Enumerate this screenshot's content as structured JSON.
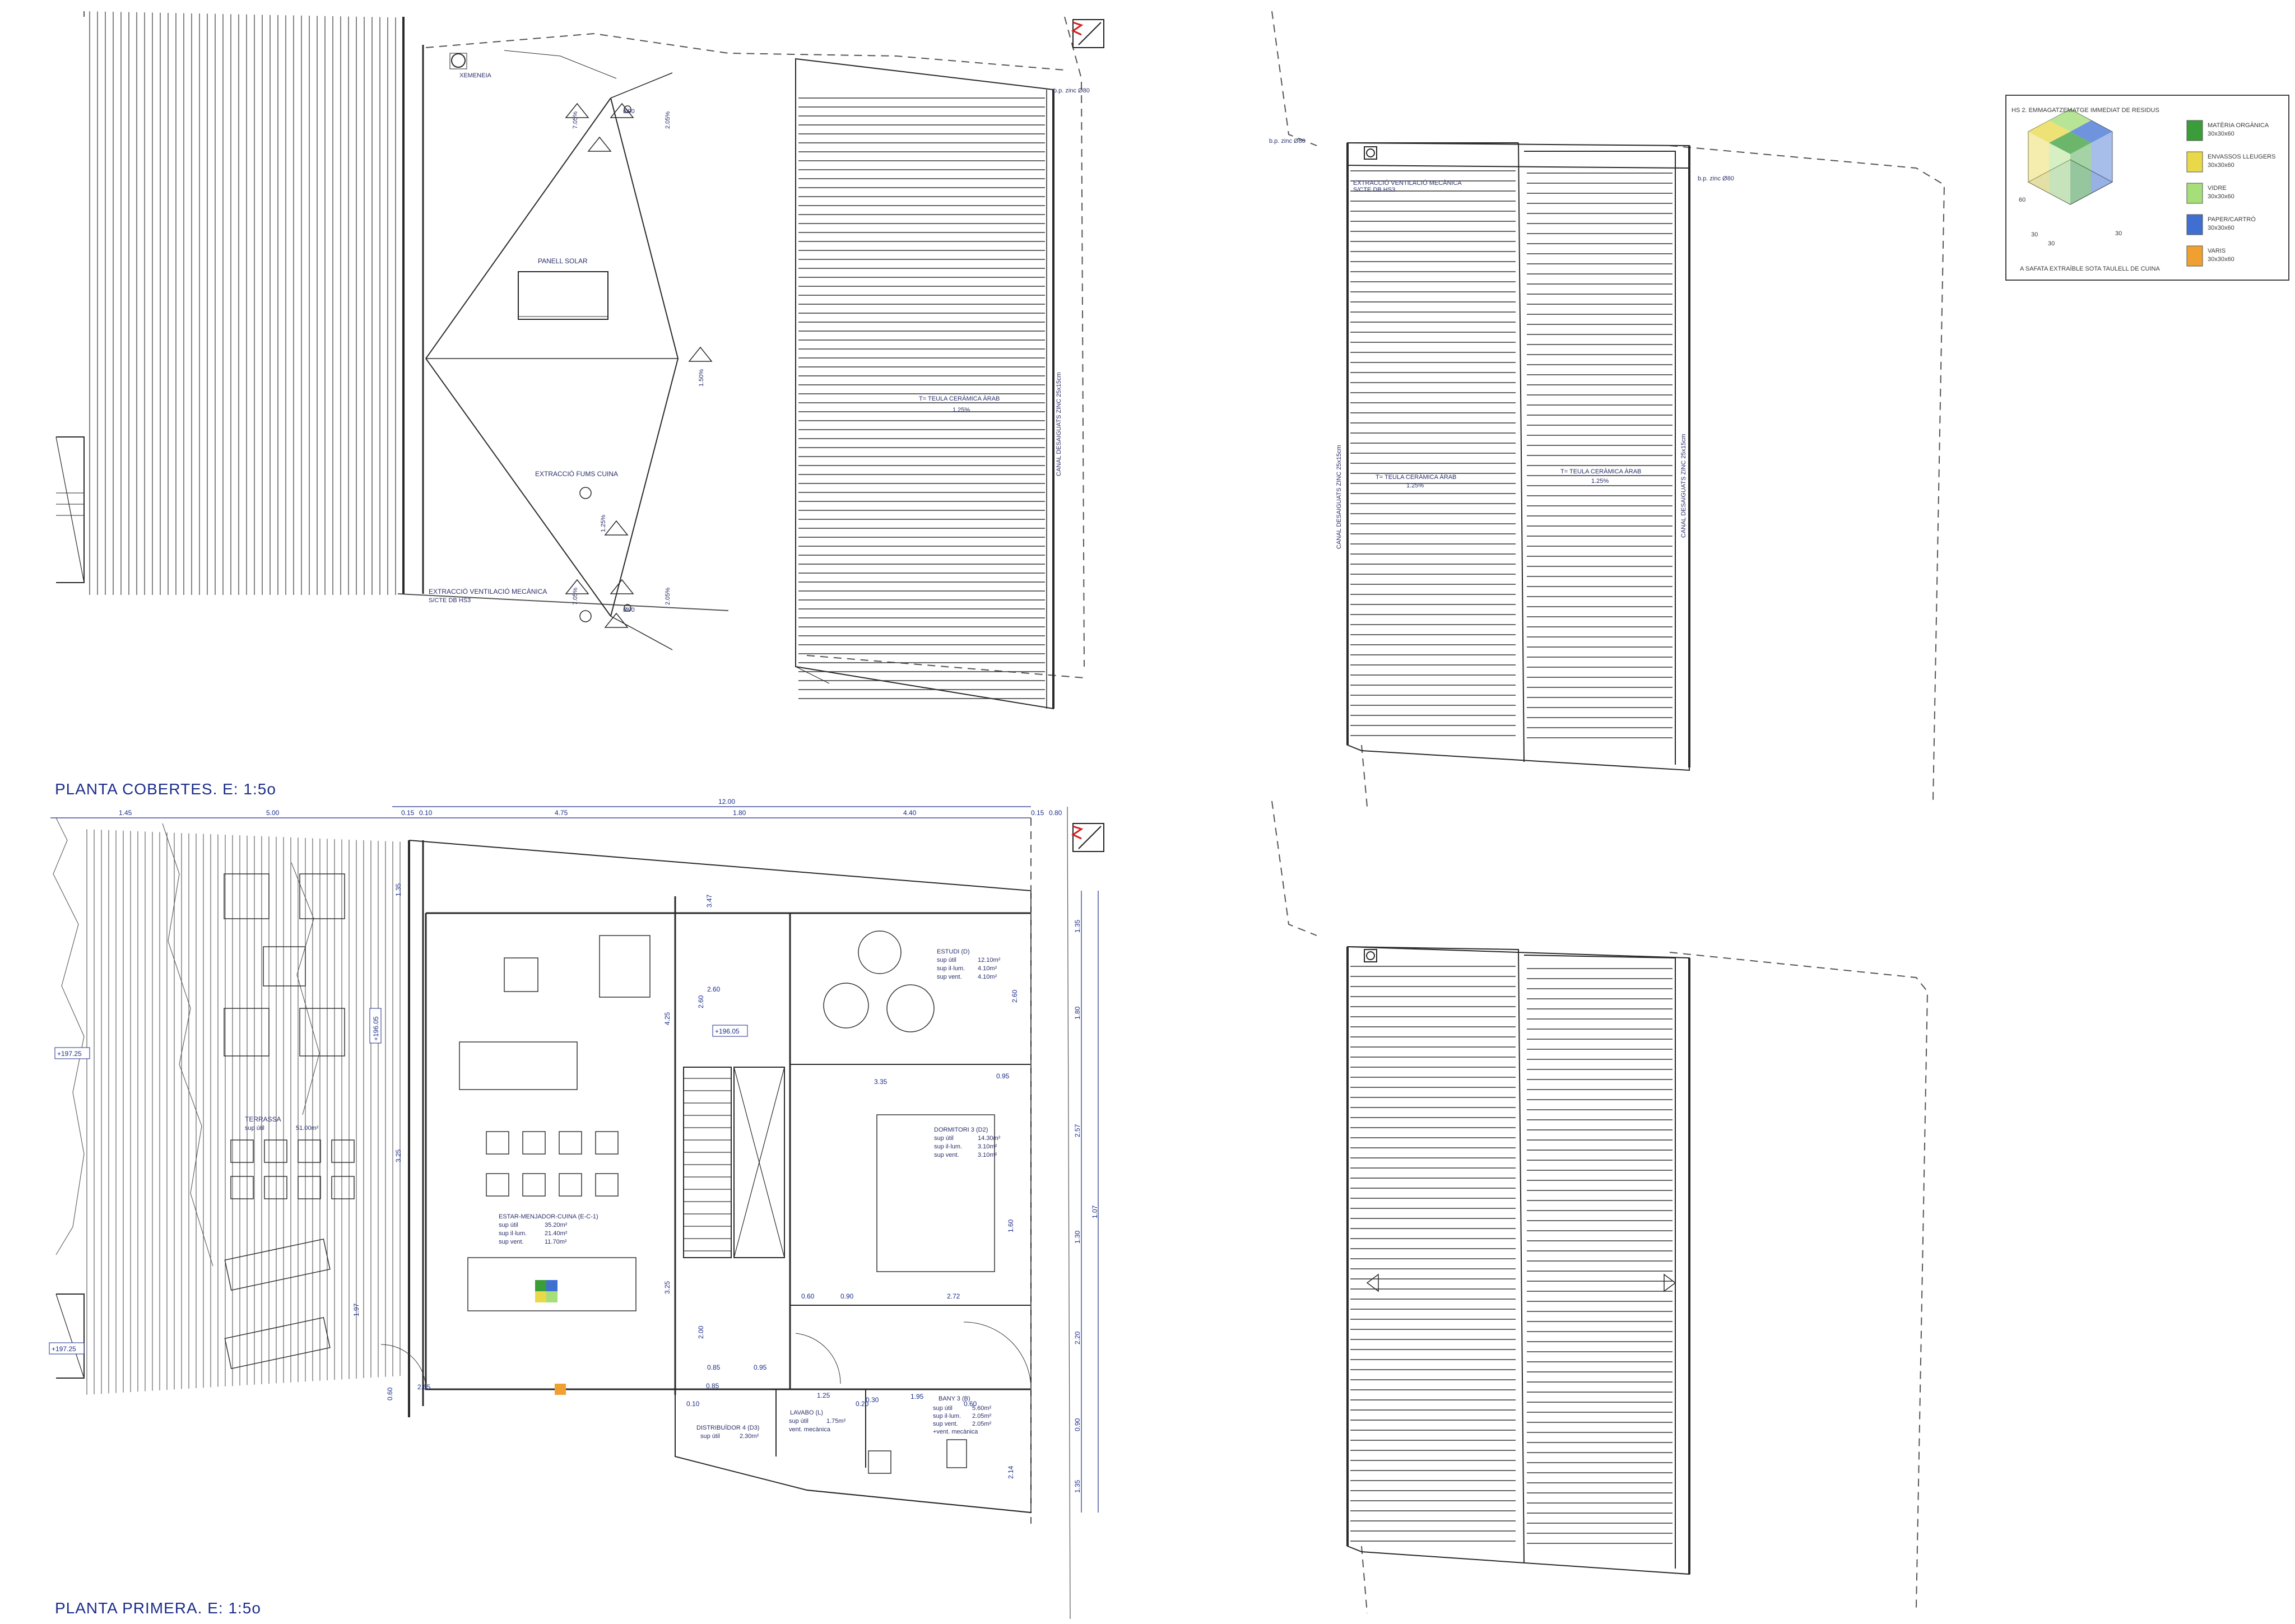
{
  "plans": {
    "roof_title": "PLANTA COBERTES. E: 1:5o",
    "first_title": "PLANTA PRIMERA. E: 1:5o"
  },
  "roof": {
    "xemeneia": "XEMENEIA",
    "panell_solar": "PANELL SOLAR",
    "extraccio_fums": "EXTRACCIÓ FUMS CUINA",
    "extraccio_vent": "EXTRACCIÓ VENTILACIÓ MECÀNICA",
    "extraccio_vent_sub": "S/CTE DB HS3",
    "teula": "T= TEULA CERÀMICA ÀRAB",
    "pendent": "1.25%",
    "canal": "CANAL DESAIGUATS ZINC 25x15cm",
    "bp": "b.p. zinc Ø80",
    "slopes": [
      "7.05%",
      "2.05%",
      "1.25%",
      "1.50%",
      "7.05%",
      "2.05%"
    ],
    "pipe": "Ø90"
  },
  "right_roof": {
    "bp_left": "b.p. zinc Ø80",
    "bp_right": "b.p. zinc Ø80",
    "extraccio": "EXTRACCIÓ VENTILACIÓ MECÀNICA",
    "extraccio_sub": "S/CTE DB HS3",
    "teula_left": "T= TEULA CERÀMICA ÀRAB",
    "teula_right": "T= TEULA CERÀMICA ÀRAB",
    "pct_left": "1.25%",
    "pct_right": "1.25%",
    "canal_left": "CANAL DESAIGUATS ZINC 25x15cm",
    "canal_right": "CANAL DESAIGUATS ZINC 25x15cm"
  },
  "legend": {
    "title": "HS 2. EMMAGATZEMATGE IMMEDIAT DE RESIDUS",
    "items": [
      {
        "name": "MATÈRIA ORGÀNICA",
        "size": "30x30x60",
        "color": "#3a9d3a"
      },
      {
        "name": "ENVASSOS LLEUGERS",
        "size": "30x30x60",
        "color": "#e8d84a"
      },
      {
        "name": "VIDRE",
        "size": "30x30x60",
        "color": "#a6de7a"
      },
      {
        "name": "PAPER/CARTRÓ",
        "size": "30x30x60",
        "color": "#3f6fd1"
      },
      {
        "name": "VARIS",
        "size": "30x30x60",
        "color": "#f0a030"
      }
    ],
    "dim_a": "60",
    "dim_b": "30",
    "dim_c": "30",
    "dim_d": "30",
    "caption": "A SAFATA EXTRAÏBLE SOTA TAULELL DE CUINA"
  },
  "first": {
    "terrassa": {
      "name": "TERRASSA",
      "sup": "sup útil",
      "val": "51.00m²"
    },
    "estar": {
      "name": "ESTAR-MENJADOR-CUINA (E-C-1)",
      "rows": [
        [
          "sup útil",
          "35.20m²"
        ],
        [
          "sup il·lum.",
          "21.40m²"
        ],
        [
          "sup vent.",
          "11.70m²"
        ]
      ]
    },
    "estudi": {
      "name": "ESTUDI (D)",
      "rows": [
        [
          "sup útil",
          "12.10m²"
        ],
        [
          "sup il·lum.",
          "4.10m²"
        ],
        [
          "sup vent.",
          "4.10m²"
        ]
      ]
    },
    "dormitori": {
      "name": "DORMITORI 3 (D2)",
      "rows": [
        [
          "sup útil",
          "14.30m²"
        ],
        [
          "sup il·lum.",
          "3.10m²"
        ],
        [
          "sup vent.",
          "3.10m²"
        ]
      ]
    },
    "distribuidor": {
      "name": "DISTRIBUÏDOR 4 (D3)",
      "sup": "sup útil",
      "val": "2.30m²"
    },
    "lavabo": {
      "name": "LAVABO (L)",
      "rows": [
        [
          "sup útil",
          "1.75m²"
        ],
        [
          "vent. mecànica",
          ""
        ]
      ]
    },
    "bany": {
      "name": "BANY 3 (B)",
      "rows": [
        [
          "sup útil",
          "5.60m²"
        ],
        [
          "sup il·lum.",
          "2.05m²"
        ],
        [
          "sup vent.",
          "2.05m²"
        ],
        [
          "+vent. mecànica",
          ""
        ]
      ]
    },
    "levels": [
      "+197.25",
      "+197.25",
      "+196.05",
      "+196.05"
    ],
    "top_dims": [
      "1.45",
      "5.00",
      "0.15",
      "0.10",
      "4.75",
      "1.80",
      "4.40",
      "0.15",
      "0.80"
    ],
    "total": "12.00",
    "inner_dims": [
      "2.65",
      "3.35",
      "0.95",
      "2.60",
      "0.90",
      "2.72",
      "0.60",
      "0.85",
      "0.95",
      "0.85",
      "1.25",
      "0.20",
      "1.95",
      "0.30",
      "0.10",
      "0.60"
    ],
    "right_dims": [
      "1.35",
      "1.80",
      "2.57",
      "1.30",
      "2.20",
      "0.90",
      "1.35",
      "1.07"
    ],
    "left_dims": [
      "1.35",
      "3.25",
      "0.60"
    ],
    "vert_dims": [
      "4.25",
      "2.60",
      "3.25",
      "2.00",
      "1.60",
      "2.60",
      "2.14",
      "3.47",
      "1.97"
    ]
  }
}
